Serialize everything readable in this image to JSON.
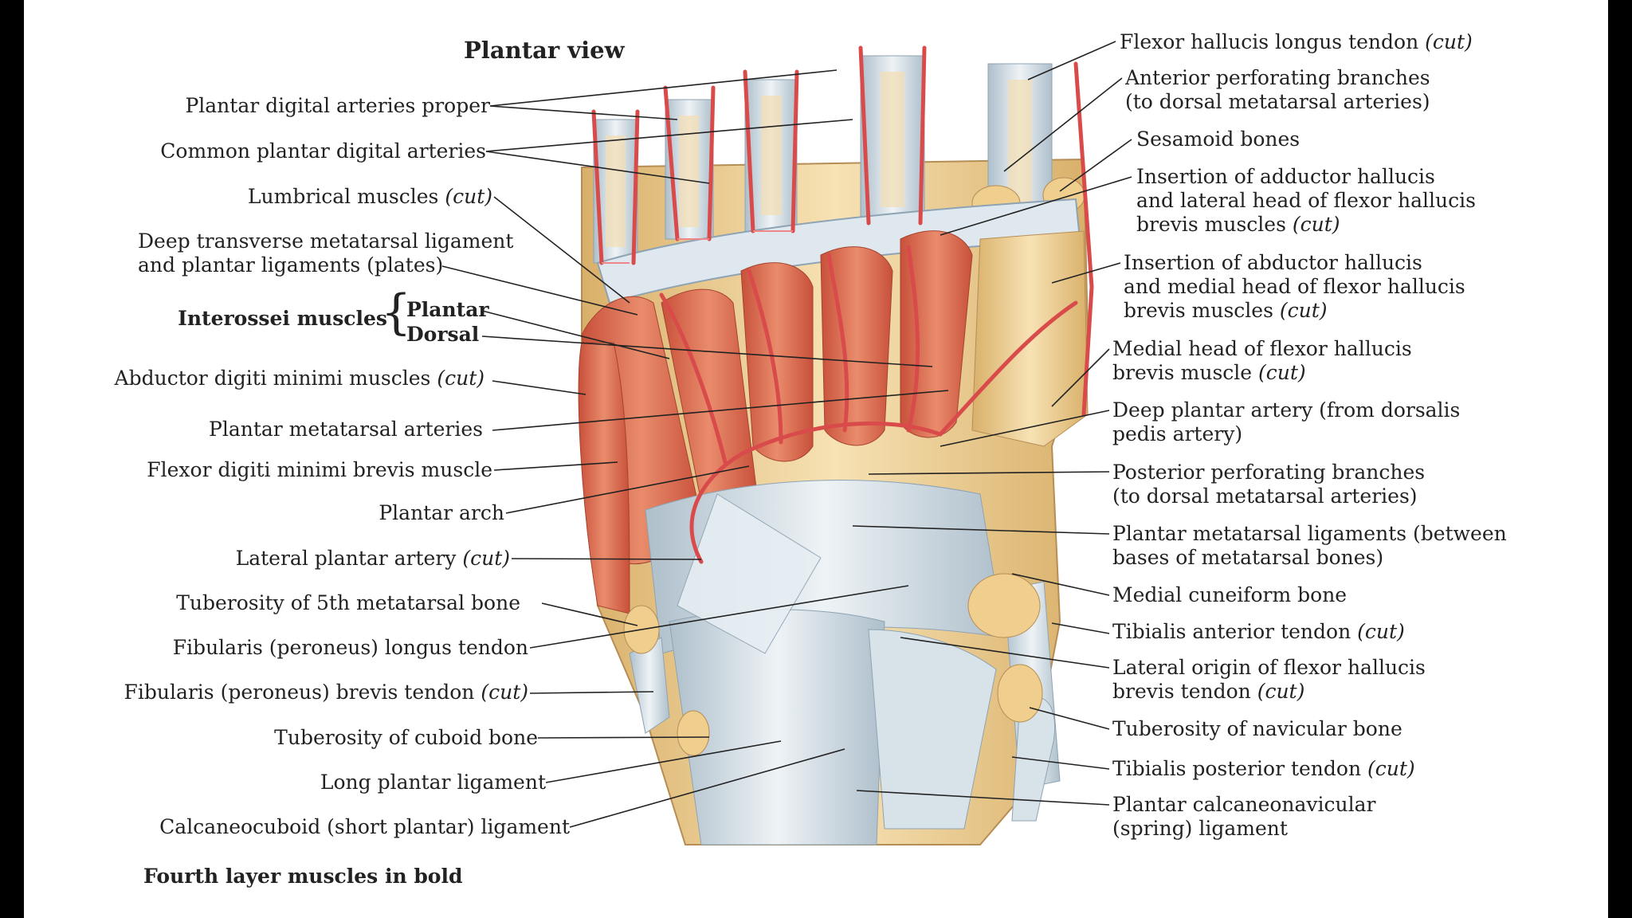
{
  "title": "Plantar view",
  "footnote": "Fourth layer muscles in bold",
  "colors": {
    "artery": "#d94b4b",
    "muscle": "#d9654a",
    "tendon": "#c9d6df",
    "bone": "#f0d49a",
    "leader": "#222222"
  },
  "labels_left": [
    {
      "text": "Plantar digital arteries proper",
      "cut": ""
    },
    {
      "text": "Common plantar digital arteries",
      "cut": ""
    },
    {
      "text": "Lumbrical muscles ",
      "cut": "(cut)"
    },
    {
      "text": "Deep transverse metatarsal ligament",
      "line2": "and plantar ligaments (plates)",
      "cut": ""
    },
    {
      "text": "Abductor digiti minimi muscles ",
      "cut": "(cut)"
    },
    {
      "text": "Plantar metatarsal arteries",
      "cut": ""
    },
    {
      "text": "Flexor digiti minimi brevis muscle",
      "cut": ""
    },
    {
      "text": "Plantar arch",
      "cut": ""
    },
    {
      "text": "Lateral plantar artery ",
      "cut": "(cut)"
    },
    {
      "text": "Tuberosity of 5th metatarsal bone",
      "cut": ""
    },
    {
      "text": "Fibularis (peroneus) longus tendon",
      "cut": ""
    },
    {
      "text": "Fibularis (peroneus) brevis tendon ",
      "cut": "(cut)"
    },
    {
      "text": "Tuberosity of cuboid bone",
      "cut": ""
    },
    {
      "text": "Long plantar ligament",
      "cut": ""
    },
    {
      "text": "Calcaneocuboid (short plantar) ligament",
      "cut": ""
    }
  ],
  "interossei": {
    "group": "Interossei muscles",
    "plantar": "Plantar",
    "dorsal": "Dorsal"
  },
  "labels_right": [
    {
      "text": "Flexor hallucis longus tendon ",
      "cut": "(cut)"
    },
    {
      "text": "Anterior perforating branches",
      "line2": "(to dorsal metatarsal arteries)"
    },
    {
      "text": "Sesamoid bones"
    },
    {
      "text": "Insertion of adductor hallucis",
      "line2": "and lateral head of flexor hallucis",
      "line3": "brevis muscles ",
      "cut": "(cut)"
    },
    {
      "text": "Insertion of abductor hallucis",
      "line2": "and medial head of flexor hallucis",
      "line3": "brevis muscles ",
      "cut": "(cut)"
    },
    {
      "text": "Medial head of flexor hallucis",
      "line2": "brevis muscle ",
      "cut": "(cut)"
    },
    {
      "text": "Deep plantar artery (from dorsalis",
      "line2": "pedis artery)"
    },
    {
      "text": "Posterior perforating branches",
      "line2": "(to dorsal metatarsal arteries)"
    },
    {
      "text": "Plantar metatarsal ligaments (between",
      "line2": "bases of metatarsal bones)"
    },
    {
      "text": "Medial cuneiform bone"
    },
    {
      "text": "Tibialis anterior tendon ",
      "cut": "(cut)"
    },
    {
      "text": "Lateral origin of flexor hallucis",
      "line2": "brevis tendon ",
      "cut": "(cut)"
    },
    {
      "text": "Tuberosity of navicular bone"
    },
    {
      "text": "Tibialis posterior tendon ",
      "cut": "(cut)"
    },
    {
      "text": "Plantar calcaneonavicular",
      "line2": "(spring) ligament"
    }
  ]
}
